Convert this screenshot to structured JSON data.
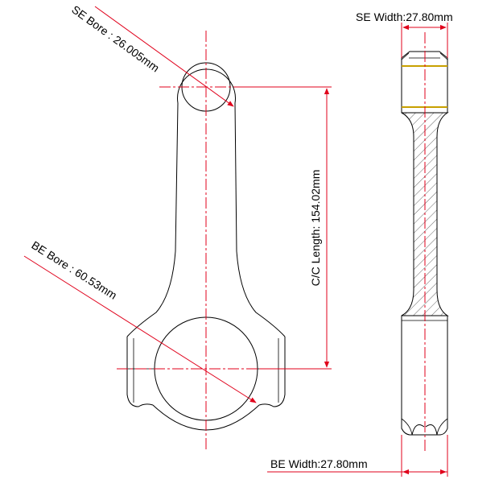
{
  "labels": {
    "se_bore": "SE Bore : 26.005mm",
    "be_bore": "BE Bore : 60.53mm",
    "cc_length": "C/C Length: 154.02mm",
    "se_width": "SE Width:27.80mm",
    "be_width": "BE Width:27.80mm"
  },
  "colors": {
    "dimension": "#e0001b",
    "outline": "#000000",
    "bearing_shell": "#c8a000",
    "background": "#ffffff"
  }
}
